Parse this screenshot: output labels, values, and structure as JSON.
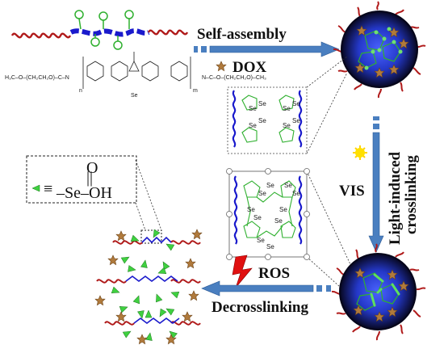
{
  "labels": {
    "self_assembly": "Self-assembly",
    "dox": "DOX",
    "vis": "VIS",
    "light_induced": "Light-induced",
    "crosslinking": "crosslinking",
    "ros": "ROS",
    "decrosslinking": "Decrosslinking"
  },
  "se_label": "Se",
  "legend": {
    "equiv": "≡",
    "oxygen": "O",
    "double_bond": "||",
    "seleninic": "–Se–OH"
  },
  "chemistry": {
    "peg_left": "H₃C–O–(CH₂CH₂O)–C–N",
    "n_sub": "n",
    "m_sub": "m",
    "peg_right": "N–C–O–(CH₂CH₂O)–CH₃"
  },
  "colors": {
    "peg_chain": "#b01a1a",
    "core_block": "#1a1acc",
    "pendant_ring": "#2fb02f",
    "arrow_blue": "#4a7fc0",
    "micelle_dark": "#0b0b2e",
    "micelle_blue": "#2b3fd0",
    "star_dox": "#b07a3c",
    "sun": "#ffe000",
    "ros_red": "#e01010"
  },
  "icons": [
    "star-dox-icon",
    "sun-icon",
    "lightning-ros-icon",
    "green-triangle-icon"
  ]
}
